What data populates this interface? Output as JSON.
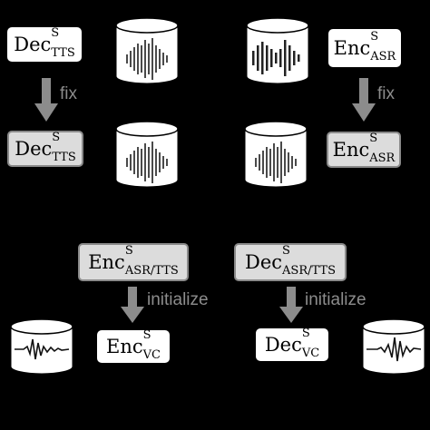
{
  "top_left": {
    "dec_tts": {
      "base": "Dec",
      "sup": "S",
      "sub": "TTS"
    },
    "fix_label": "fix",
    "dec_tts_fixed": {
      "base": "Dec",
      "sup": "S",
      "sub": "TTS"
    }
  },
  "top_right": {
    "enc_asr": {
      "base": "Enc",
      "sup": "S",
      "sub": "ASR"
    },
    "fix_label": "fix",
    "enc_asr_fixed": {
      "base": "Enc",
      "sup": "S",
      "sub": "ASR"
    }
  },
  "bottom_left": {
    "enc_asr_tts": {
      "base": "Enc",
      "sup": "S",
      "sub": "ASR/TTS"
    },
    "initialize_label": "initialize",
    "enc_vc": {
      "base": "Enc",
      "sup": "S",
      "sub": "VC"
    }
  },
  "bottom_right": {
    "dec_asr_tts": {
      "base": "Dec",
      "sup": "S",
      "sub": "ASR/TTS"
    },
    "initialize_label": "initialize",
    "dec_vc": {
      "base": "Dec",
      "sup": "S",
      "sub": "VC"
    }
  },
  "colors": {
    "background": "#000000",
    "box": "#ffffff",
    "box_fixed": "#dcdcdc",
    "arrow": "#8c8c8c"
  },
  "icons": [
    "database-waveform-icon",
    "arrow-down-icon"
  ]
}
